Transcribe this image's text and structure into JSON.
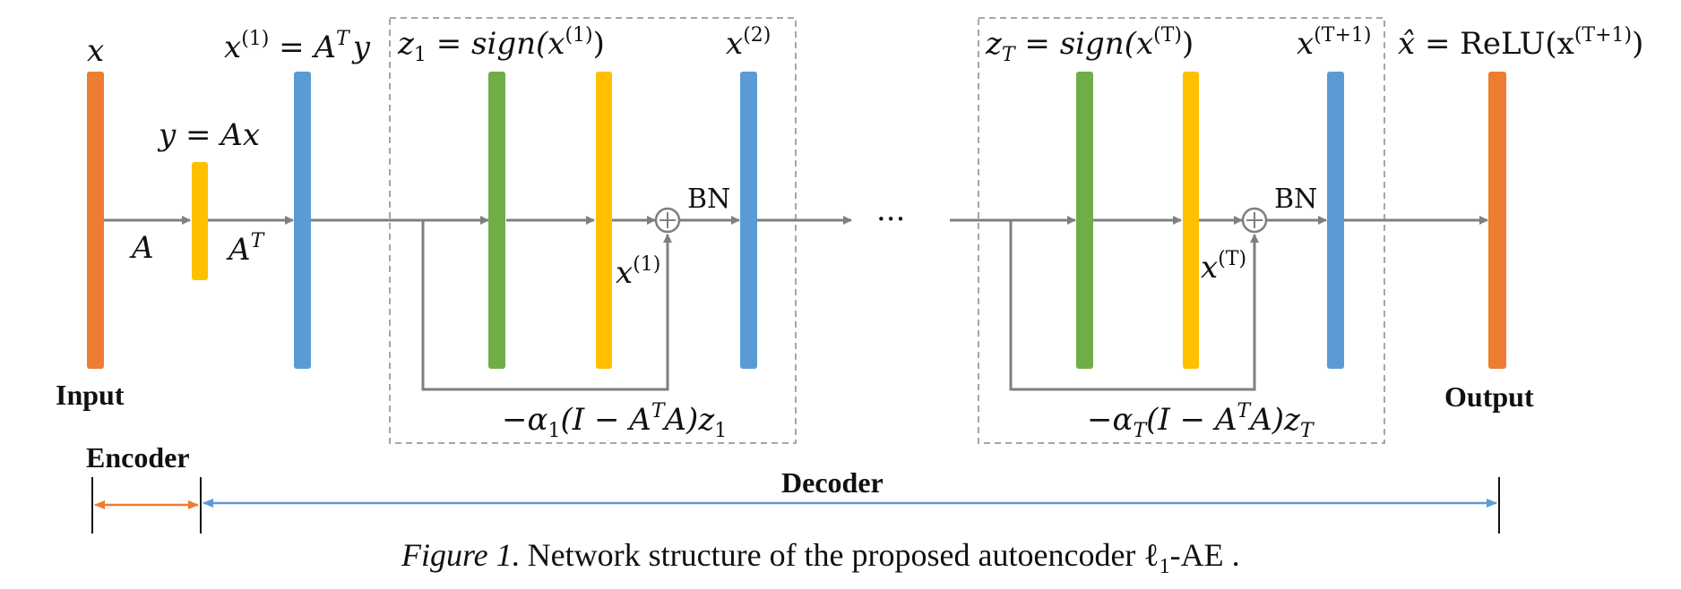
{
  "labels": {
    "input": "Input",
    "output": "Output",
    "encoder": "Encoder",
    "decoder": "Decoder",
    "bn1": "BN",
    "bn2": "BN",
    "ellipsis": "···",
    "caption_fig": "Figure 1.",
    "caption_text": "Network structure of the proposed autoencoder ℓ",
    "caption_sub": "1",
    "caption_end": "-AE ."
  },
  "math": {
    "x": "x",
    "y_eq": "y = Ax",
    "A": "A",
    "AT": "A",
    "AT_sup": "T",
    "x1_lhs": "x",
    "x1_sup": "(1)",
    "x1_rhs": " = A",
    "x1_rhs_sup": "T",
    "x1_rhs_y": "y",
    "z1": "z",
    "z1_sub": "1",
    "z1_eq": " = sign(x",
    "z1_eq_sup": "(1)",
    "z1_close": ")",
    "x2": "x",
    "x2_sup": "(2)",
    "xT_mid": "x",
    "xT_mid_sup": "(1)",
    "skip1": "−α",
    "skip1_sub": "1",
    "skip1_b": "(I − A",
    "skip1_b_sup": "T",
    "skip1_c": "A)z",
    "skip1_c_sub": "1",
    "zT": "z",
    "zT_sub": "T",
    "zT_eq": " = sign(x",
    "zT_eq_sup": "(T)",
    "zT_close": ")",
    "xT1": "x",
    "xT1_sup": "(T+1)",
    "xhat": "x̂",
    "xhat_eq": " = ReLU(x",
    "xhat_eq_sup": "(T+1)",
    "xhat_close": ")",
    "xT_lbl": "x",
    "xT_lbl_sup": "(T)",
    "skipT": "−α",
    "skipT_sub": "T",
    "skipT_b": "(I − A",
    "skipT_b_sup": "T",
    "skipT_c": "A)z",
    "skipT_c_sub": "T"
  },
  "colors": {
    "orange": "#ED7D31",
    "yellow": "#FFC000",
    "blue": "#5B9BD5",
    "green": "#70AD47",
    "arrow": "#7F7F7F",
    "dash": "#A6A6A6"
  }
}
